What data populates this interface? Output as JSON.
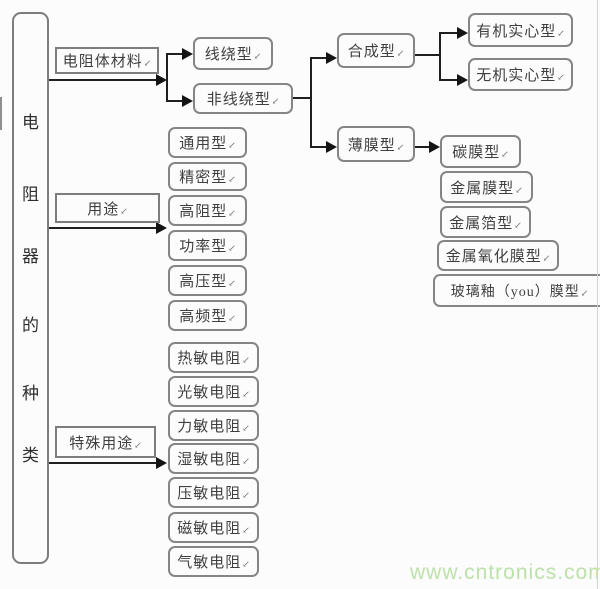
{
  "tree": {
    "root": "电阻器的种类",
    "root_chars": [
      "电",
      "阻",
      "器",
      "的",
      "种",
      "类"
    ],
    "branches": [
      {
        "label": "电阻体材料",
        "children": [
          {
            "label": "线绕型"
          },
          {
            "label": "非线绕型",
            "children": [
              {
                "label": "合成型",
                "children": [
                  {
                    "label": "有机实心型"
                  },
                  {
                    "label": "无机实心型"
                  }
                ]
              },
              {
                "label": "薄膜型",
                "children": [
                  {
                    "label": "碳膜型"
                  },
                  {
                    "label": "金属膜型"
                  },
                  {
                    "label": "金属箔型"
                  },
                  {
                    "label": "金属氧化膜型"
                  },
                  {
                    "label": "玻璃釉（you）膜型"
                  }
                ]
              }
            ]
          }
        ]
      },
      {
        "label": "用途",
        "children": [
          {
            "label": "通用型"
          },
          {
            "label": "精密型"
          },
          {
            "label": "高阻型"
          },
          {
            "label": "功率型"
          },
          {
            "label": "高压型"
          },
          {
            "label": "高频型"
          }
        ]
      },
      {
        "label": "特殊用途",
        "children": [
          {
            "label": "热敏电阻"
          },
          {
            "label": "光敏电阻"
          },
          {
            "label": "力敏电阻"
          },
          {
            "label": "湿敏电阻"
          },
          {
            "label": "压敏电阻"
          },
          {
            "label": "磁敏电阻"
          },
          {
            "label": "气敏电阻"
          }
        ]
      }
    ]
  },
  "marks": {
    "return_mark": "↙"
  },
  "watermark": {
    "text": "www.cntronics.com"
  },
  "colors": {
    "box_border": "#7d7d7d",
    "connector_line": "#1f1f1f",
    "text": "#3f3f3f",
    "watermark": "#bce2ab",
    "background": "#fcfcfc"
  }
}
